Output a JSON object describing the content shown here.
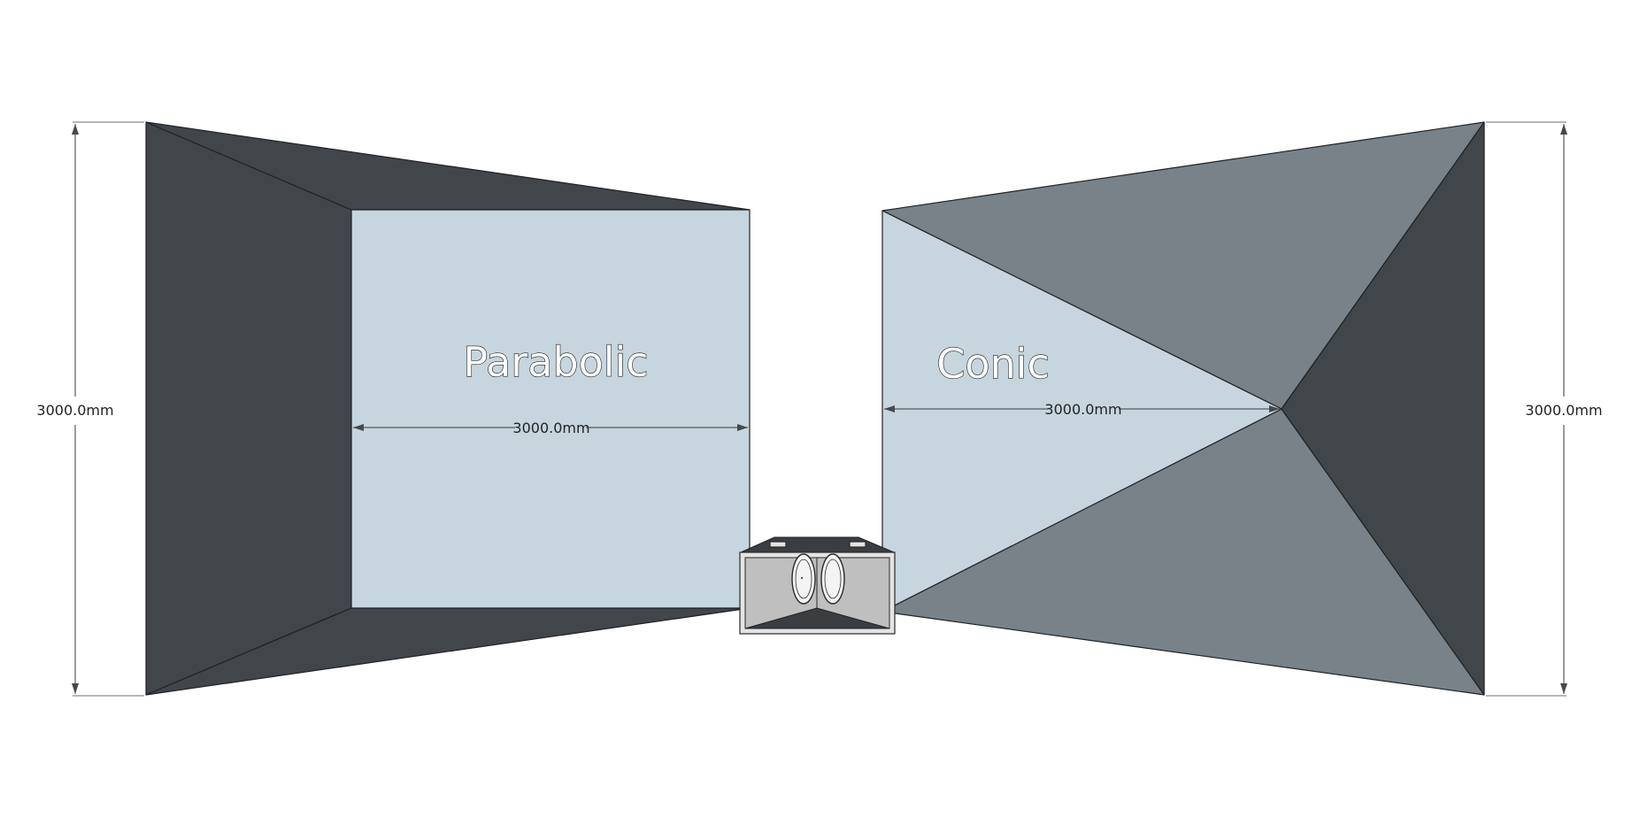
{
  "horns": [
    {
      "label": "Parabolic",
      "width_dimension": "3000.0mm",
      "height_dimension": "3000.0mm"
    },
    {
      "label": "Conic",
      "width_dimension": "3000.0mm",
      "height_dimension": "3000.0mm"
    }
  ],
  "colors": {
    "dark_face": "#40464a",
    "mid_face": "#788288",
    "light_face": "#c6d5de",
    "edge": "#1e2226",
    "background": "#ffffff"
  }
}
